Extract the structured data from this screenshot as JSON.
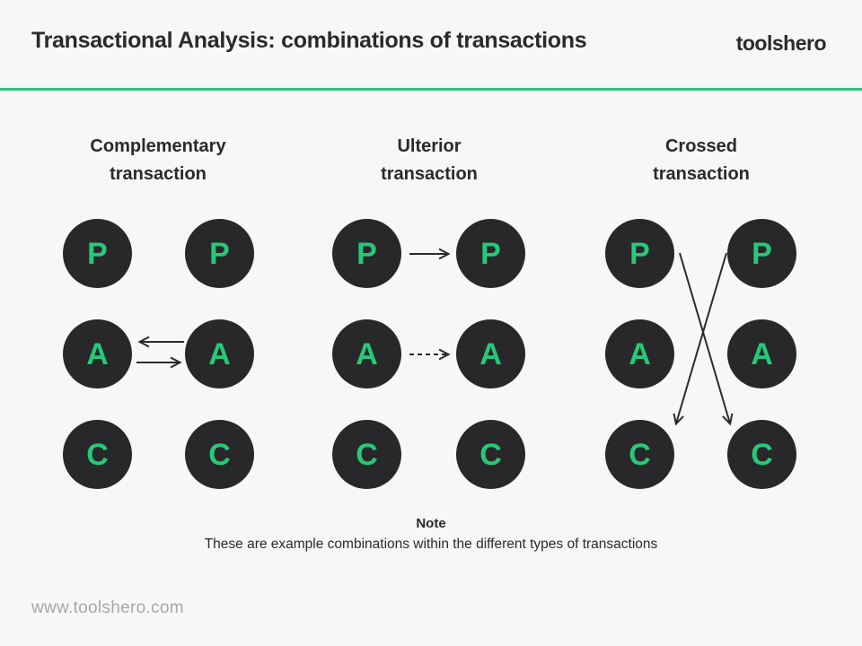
{
  "header": {
    "title": "Transactional Analysis: combinations of transactions",
    "brand": "toolshero"
  },
  "colors": {
    "background": "#f7f7f8",
    "accent_green": "#2cc47d",
    "letter_green": "#26c977",
    "circle_fill": "#28282a",
    "text_dark": "#2a2a2c",
    "footer_gray": "#a7a7ab",
    "arrow_dark": "#2b2b2d"
  },
  "sections": [
    {
      "title": "Complementary transaction",
      "left_stack": [
        "P",
        "A",
        "C"
      ],
      "right_stack": [
        "P",
        "A",
        "C"
      ],
      "arrows": [
        {
          "between": "A-A",
          "direction": "left",
          "style": "solid"
        },
        {
          "between": "A-A",
          "direction": "right",
          "style": "solid"
        }
      ]
    },
    {
      "title": "Ulterior transaction",
      "left_stack": [
        "P",
        "A",
        "C"
      ],
      "right_stack": [
        "P",
        "A",
        "C"
      ],
      "arrows": [
        {
          "between": "P-P",
          "direction": "right",
          "style": "solid"
        },
        {
          "between": "A-A",
          "direction": "right",
          "style": "dashed"
        }
      ]
    },
    {
      "title": "Crossed transaction",
      "left_stack": [
        "P",
        "A",
        "C"
      ],
      "right_stack": [
        "P",
        "A",
        "C"
      ],
      "arrows": [
        {
          "between": "P-left to C-right",
          "direction": "down-right",
          "style": "solid"
        },
        {
          "between": "P-right to C-left",
          "direction": "down-left",
          "style": "solid"
        }
      ]
    }
  ],
  "note": {
    "label": "Note",
    "text": "These are example combinations within the different types of transactions"
  },
  "footer": {
    "url": "www.toolshero.com"
  }
}
